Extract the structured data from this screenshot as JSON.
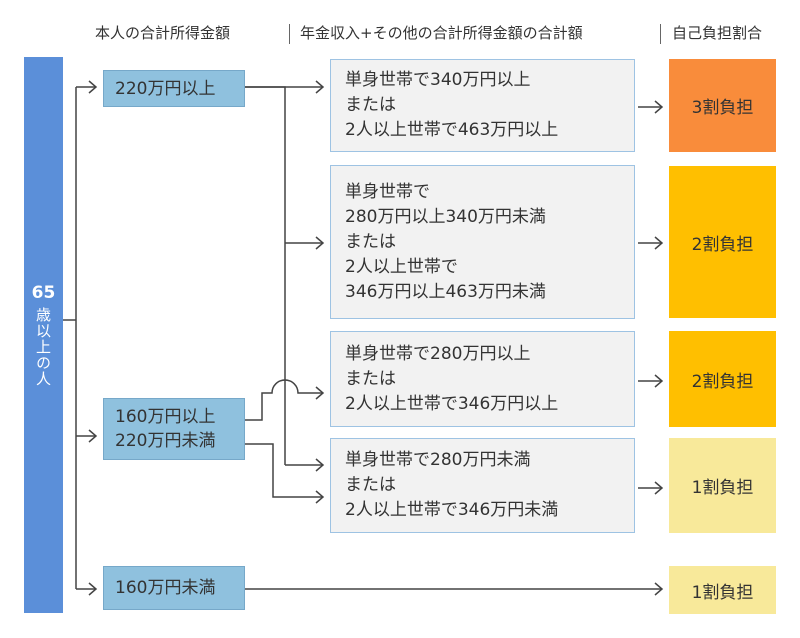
{
  "headers": {
    "income": "本人の合計所得金額",
    "pension": "年金収入+その他の合計所得金額の合計額",
    "ratio": "自己負担割合"
  },
  "age": {
    "number": "65",
    "rest": "歳以上の人"
  },
  "income_boxes": [
    {
      "lines": [
        "220万円以上"
      ]
    },
    {
      "lines": [
        "160万円以上",
        "220万円未満"
      ]
    },
    {
      "lines": [
        "160万円未満"
      ]
    }
  ],
  "condition_boxes": [
    {
      "lines": [
        "単身世帯で340万円以上",
        "または",
        "2人以上世帯で463万円以上"
      ]
    },
    {
      "lines": [
        "単身世帯で",
        "280万円以上340万円未満",
        "または",
        "2人以上世帯で",
        "346万円以上463万円未満"
      ]
    },
    {
      "lines": [
        "単身世帯で280万円以上",
        "または",
        "2人以上世帯で346万円以上"
      ]
    },
    {
      "lines": [
        "単身世帯で280万円未満",
        "または",
        "2人以上世帯で346万円未満"
      ]
    }
  ],
  "results": [
    {
      "label": "3割負担",
      "color": "#f98c3b"
    },
    {
      "label": "2割負担",
      "color": "#ffbf00"
    },
    {
      "label": "2割負担",
      "color": "#ffbf00"
    },
    {
      "label": "1割負担",
      "color": "#f8e99a"
    },
    {
      "label": "1割負担",
      "color": "#f8e99a"
    }
  ],
  "colors": {
    "age_bar": "#5b8fd9",
    "income_box": "#8fc1de",
    "condition_box": "#f2f2f2",
    "line": "#444444"
  }
}
